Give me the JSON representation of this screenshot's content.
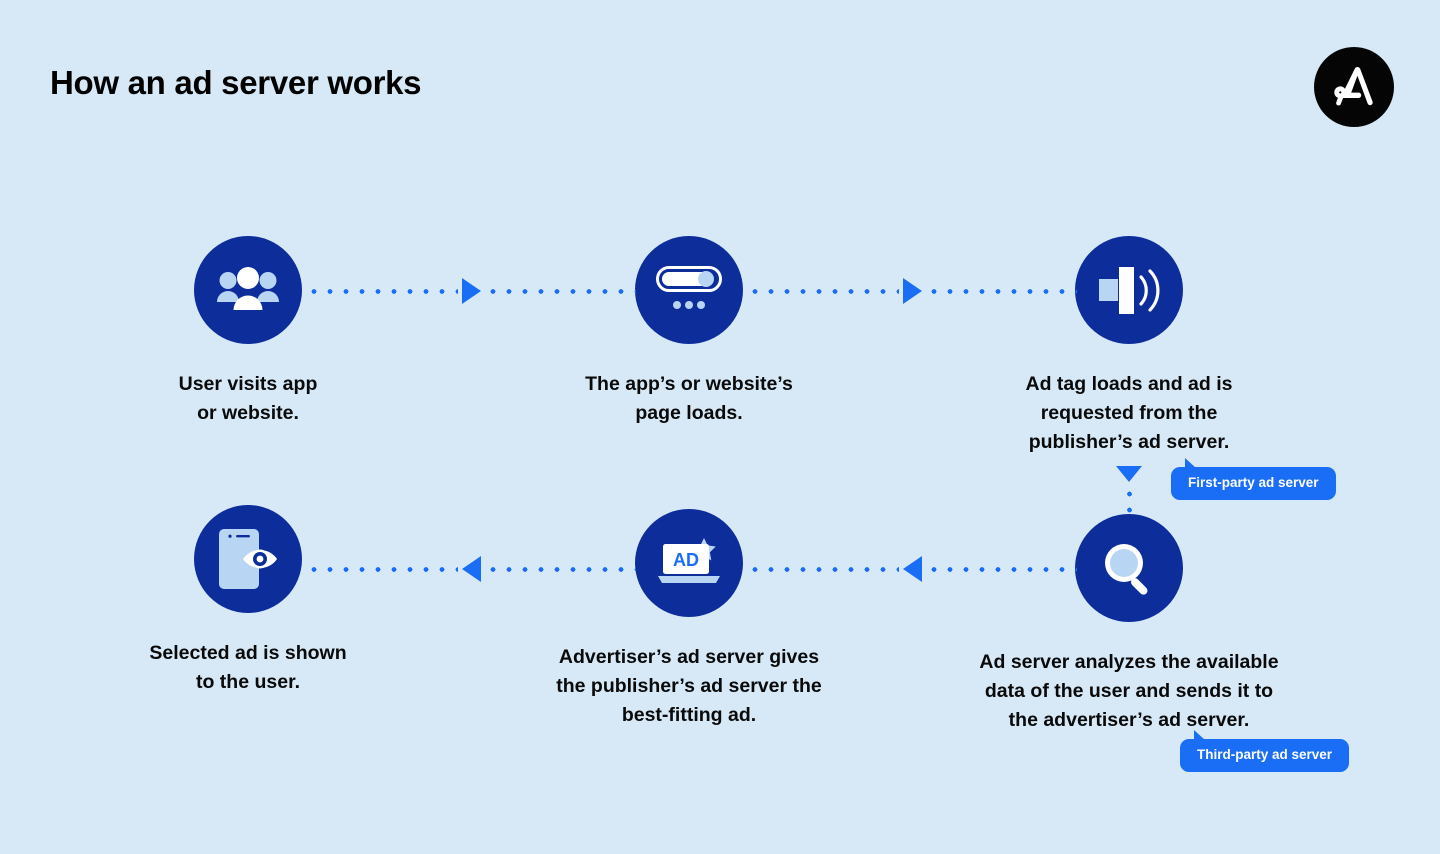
{
  "page": {
    "title": "How an ad server works",
    "background_color": "#d7e9f7",
    "accent_dark": "#0D2D9B",
    "accent_bright": "#1a6ef5",
    "icon_light": "#b9d5f4"
  },
  "logo": {
    "name": "adjust-logo",
    "shape": "black-circle-with-white-A",
    "circle_color": "#050505",
    "mark_color": "#ffffff"
  },
  "flow": {
    "steps": [
      {
        "id": "step-1",
        "icon": "users-group-icon",
        "caption": "User visits app\nor website."
      },
      {
        "id": "step-2",
        "icon": "page-loading-bar-icon",
        "caption": "The app’s or website’s\npage loads."
      },
      {
        "id": "step-3",
        "icon": "speaker-ad-tag-icon",
        "caption": "Ad tag loads and ad is\nrequested from the\npublisher’s ad server."
      },
      {
        "id": "step-4",
        "icon": "phone-eye-icon",
        "caption": "Selected ad is shown\nto the user."
      },
      {
        "id": "step-5",
        "icon": "laptop-ad-star-icon",
        "caption": "Advertiser’s ad server gives\nthe publisher’s ad server the\nbest-fitting ad."
      },
      {
        "id": "step-6",
        "icon": "magnifier-analysis-icon",
        "caption": "Ad server analyzes the available\ndata of the user and sends it to\nthe advertiser’s ad server."
      }
    ]
  },
  "connectors": [
    {
      "id": "connector-1-to-2",
      "direction": "right"
    },
    {
      "id": "connector-2-to-3",
      "direction": "right"
    },
    {
      "id": "connector-5-to-4",
      "direction": "left"
    },
    {
      "id": "connector-6-to-5",
      "direction": "left"
    },
    {
      "id": "connector-3-to-6",
      "direction": "down"
    }
  ],
  "tooltips": {
    "first_party": "First-party ad server",
    "third_party": "Third-party ad server"
  },
  "icon_text": {
    "laptop_ad_label": "AD"
  }
}
